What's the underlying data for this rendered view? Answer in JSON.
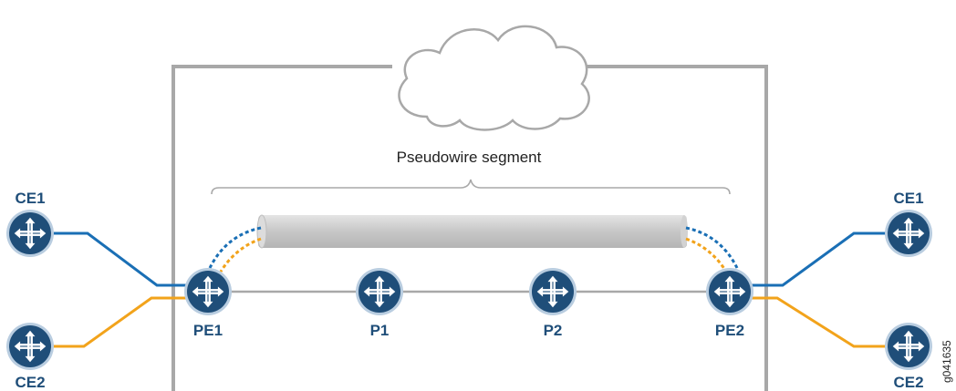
{
  "diagram": {
    "segment_label": "Pseudowire segment",
    "figure_id": "g041635",
    "colors": {
      "router_fill": "#1f4e79",
      "router_ring": "#b9cde0",
      "label_text": "#1f4e79",
      "link_blue": "#1a6fb5",
      "link_orange": "#f2a31b",
      "core_line": "#a8a8a8",
      "frame": "#a8a8a8",
      "tunnel": "#c9c9c9"
    },
    "nodes": {
      "ce1_left": "CE1",
      "ce2_left": "CE2",
      "pe1": "PE1",
      "p1": "P1",
      "p2": "P2",
      "pe2": "PE2",
      "ce1_right": "CE1",
      "ce2_right": "CE2"
    },
    "icons": {
      "router": "router-icon",
      "cloud": "cloud-icon"
    }
  }
}
